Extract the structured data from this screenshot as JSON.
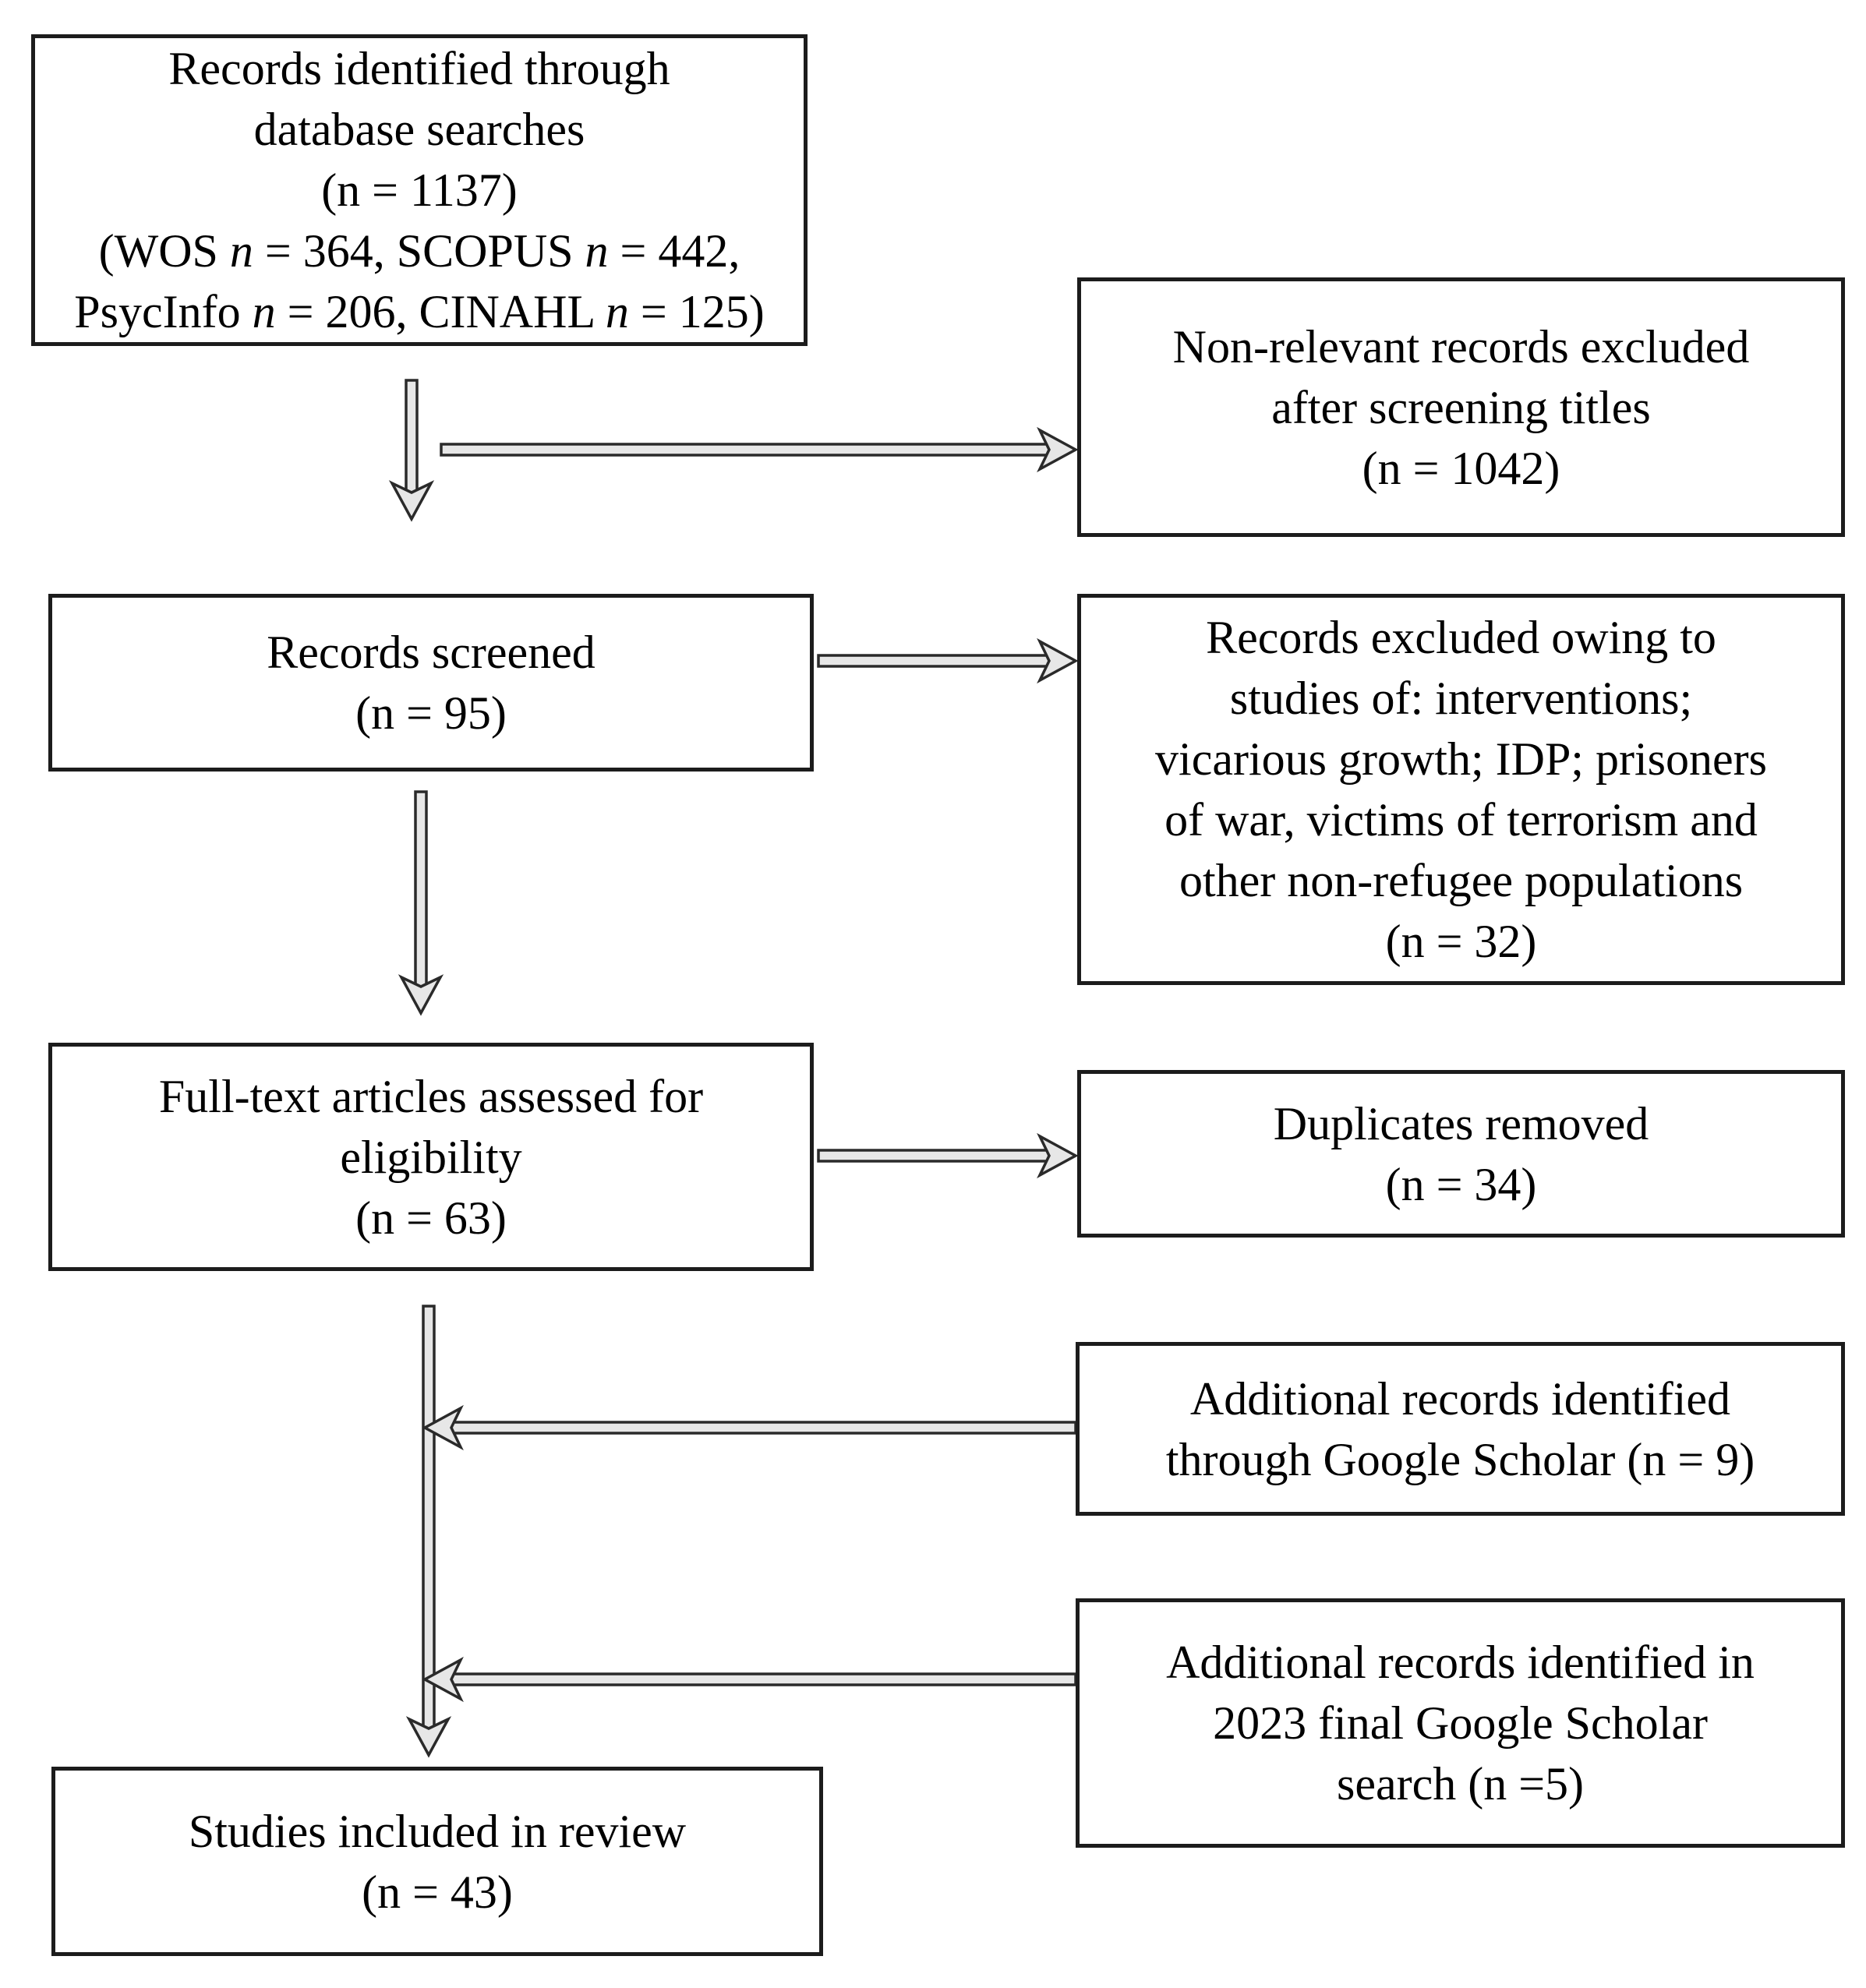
{
  "figure": {
    "type": "prisma-flow-diagram",
    "colors": {
      "background": "#ffffff",
      "box_border": "#1c1c1c",
      "text": "#000000",
      "arrow_fill": "#e7e7e7",
      "arrow_outline": "#2a2a2a"
    },
    "counts": {
      "records_identified": 1137,
      "wos": 364,
      "scopus": 442,
      "psycinfo": 206,
      "cinahl": 125,
      "non_relevant_excluded": 1042,
      "records_screened": 95,
      "records_excluded": 32,
      "fulltext_assessed": 63,
      "duplicates_removed": 34,
      "google_scholar_additional": 9,
      "google_scholar_2023_additional": 5,
      "studies_included": 43
    },
    "boxes": {
      "identified": {
        "lines": [
          [
            [
              "Records identified through",
              ""
            ]
          ],
          [
            [
              "database searches",
              ""
            ]
          ],
          [
            [
              "(n = 1137)",
              ""
            ]
          ],
          [
            [
              "(WOS ",
              ""
            ],
            [
              "n",
              "i"
            ],
            [
              " = 364, SCOPUS ",
              ""
            ],
            [
              "n",
              "i"
            ],
            [
              " = 442,",
              ""
            ]
          ],
          [
            [
              "PsycInfo ",
              ""
            ],
            [
              "n",
              "i"
            ],
            [
              " = 206, CINAHL ",
              ""
            ],
            [
              "n",
              "i"
            ],
            [
              " = 125)",
              ""
            ]
          ]
        ]
      },
      "non_relevant_excluded": {
        "lines": [
          [
            [
              "Non-relevant records excluded",
              ""
            ]
          ],
          [
            [
              "after screening titles",
              ""
            ]
          ],
          [
            [
              "(n = 1042)",
              ""
            ]
          ]
        ]
      },
      "screened": {
        "lines": [
          [
            [
              "Records screened",
              ""
            ]
          ],
          [
            [
              "(n = 95)",
              ""
            ]
          ]
        ]
      },
      "records_excluded": {
        "lines": [
          [
            [
              "Records excluded owing to",
              ""
            ]
          ],
          [
            [
              "studies of: interventions;",
              ""
            ]
          ],
          [
            [
              "vicarious growth; IDP; prisoners",
              ""
            ]
          ],
          [
            [
              "of war, victims of terrorism and",
              ""
            ]
          ],
          [
            [
              "other non-refugee populations",
              ""
            ]
          ],
          [
            [
              "(n = 32)",
              ""
            ]
          ]
        ]
      },
      "fulltext": {
        "lines": [
          [
            [
              "Full-text articles assessed for",
              ""
            ]
          ],
          [
            [
              "eligibility",
              ""
            ]
          ],
          [
            [
              "(n = 63)",
              ""
            ]
          ]
        ]
      },
      "duplicates_removed": {
        "lines": [
          [
            [
              "Duplicates removed",
              ""
            ]
          ],
          [
            [
              "(n = 34)",
              ""
            ]
          ]
        ]
      },
      "google_scholar": {
        "lines": [
          [
            [
              "Additional records identified",
              ""
            ]
          ],
          [
            [
              "through Google Scholar (n = 9)",
              ""
            ]
          ]
        ]
      },
      "google_scholar_2023": {
        "lines": [
          [
            [
              "Additional records identified in",
              ""
            ]
          ],
          [
            [
              "2023 final Google Scholar",
              ""
            ]
          ],
          [
            [
              "search (n =5)",
              ""
            ]
          ]
        ]
      },
      "included": {
        "lines": [
          [
            [
              "Studies included in review",
              ""
            ]
          ],
          [
            [
              "(n = 43)",
              ""
            ]
          ]
        ]
      }
    },
    "connections": [
      {
        "from": "identified",
        "to": "screened",
        "direction": "down"
      },
      {
        "from": "identified",
        "to": "non_relevant_excluded",
        "direction": "right"
      },
      {
        "from": "screened",
        "to": "records_excluded",
        "direction": "right"
      },
      {
        "from": "screened",
        "to": "fulltext",
        "direction": "down"
      },
      {
        "from": "fulltext",
        "to": "duplicates_removed",
        "direction": "right"
      },
      {
        "from": "fulltext",
        "to": "included",
        "direction": "down"
      },
      {
        "from": "google_scholar",
        "to": "fulltext-included-line",
        "direction": "left-merge"
      },
      {
        "from": "google_scholar_2023",
        "to": "fulltext-included-line",
        "direction": "left-merge"
      }
    ]
  }
}
